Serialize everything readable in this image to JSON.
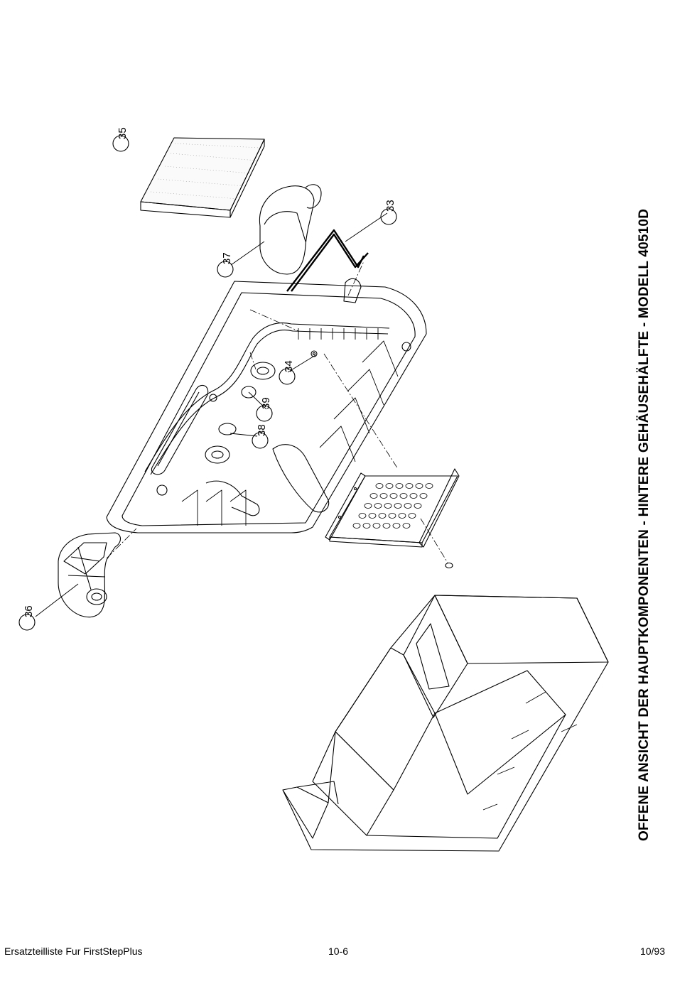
{
  "title": "OFFENE ANSICHT DER HAUPTKOMPONENTEN - HINTERE GEHÄUSEHÄLFTE - MODELL 40510D",
  "callouts": [
    {
      "label": "35",
      "part": "filter-pad"
    },
    {
      "label": "33",
      "part": "wire-clip"
    },
    {
      "label": "37",
      "part": "end-cap-right"
    },
    {
      "label": "34",
      "part": "screw"
    },
    {
      "label": "39",
      "part": "o-ring"
    },
    {
      "label": "38",
      "part": "spring-clip"
    },
    {
      "label": "36",
      "part": "end-cap-left"
    }
  ],
  "footer": {
    "left": "Ersatzteilliste Fur FirstStepPlus",
    "center": "10-6",
    "right": "10/93"
  }
}
